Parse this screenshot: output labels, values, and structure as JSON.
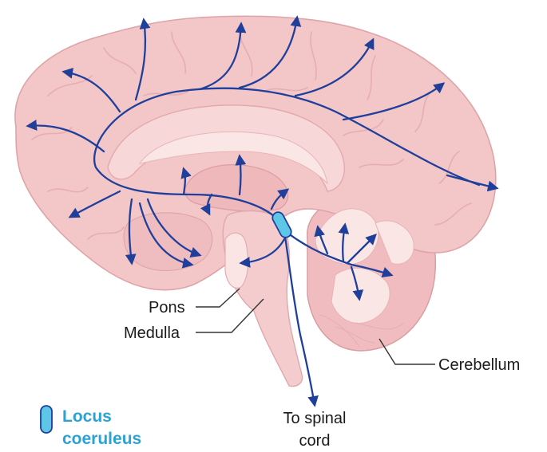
{
  "labels": {
    "pons": "Pons",
    "medulla": "Medulla",
    "cerebellum": "Cerebellum",
    "spinal_line1": "To spinal",
    "spinal_line2": "cord"
  },
  "legend": {
    "line1": "Locus",
    "line2": "coeruleus",
    "symbol_color": "#5ec7e8"
  },
  "colors": {
    "brain": "#f3c6c8",
    "brain_shadow": "#e6a9ad",
    "pale": "#f9dfe0",
    "projection": "#1f3f9a",
    "locus": "#5ec7e8"
  }
}
